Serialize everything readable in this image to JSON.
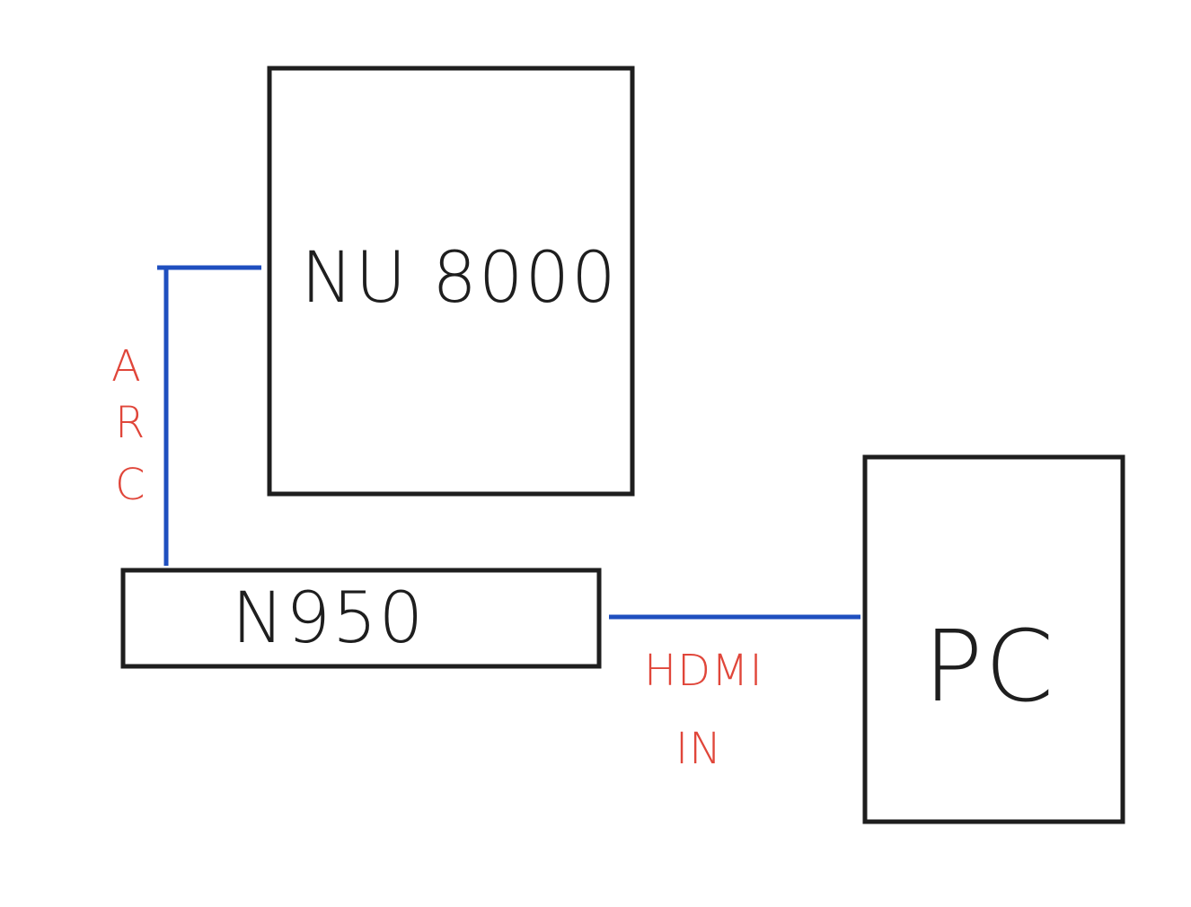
{
  "colors": {
    "box_stroke": "#1e1e1e",
    "connection": "#1f4fbf",
    "connection_label": "#e0463a",
    "background": "#ffffff"
  },
  "devices": {
    "tv": {
      "label": "NU 8000"
    },
    "soundbar": {
      "label": "N950"
    },
    "pc": {
      "label": "PC"
    }
  },
  "connections": {
    "arc": {
      "from": "N950",
      "to": "NU 8000",
      "label_letters": [
        "A",
        "R",
        "C"
      ]
    },
    "hdmi": {
      "from": "PC",
      "to": "N950",
      "label_line1": "HDMI",
      "label_line2": "IN"
    }
  }
}
